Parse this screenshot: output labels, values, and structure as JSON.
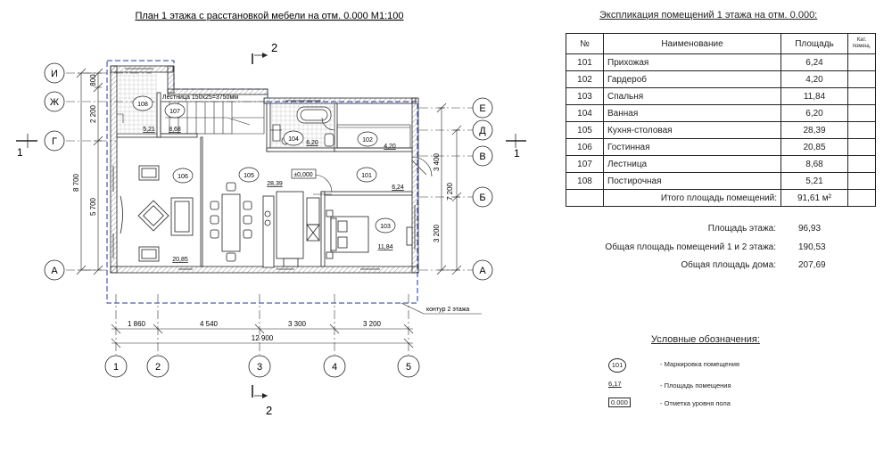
{
  "plan": {
    "title": "План 1 этажа с расстановкой мебели на отм. 0.000 М1:100",
    "section_mark": "2",
    "axes_left": [
      "И",
      "Ж",
      "Г",
      "А"
    ],
    "axes_right": [
      "Е",
      "Д",
      "В",
      "Б",
      "А"
    ],
    "axes_bottom": [
      "1",
      "2",
      "3",
      "4",
      "5"
    ],
    "side_mark": "1",
    "dims_left_outer": "8 700",
    "dims_left_inner": [
      "800",
      "2 200",
      "5 700"
    ],
    "dims_right_outer": "7 200",
    "dims_right_inner": [
      "3 400",
      "3 200"
    ],
    "dims_bottom": [
      "1 860",
      "4 540",
      "3 300",
      "3 200"
    ],
    "dim_total": "12 900",
    "stair_label": "Лестница 150х25=3750мм",
    "contour_label": "контур 2 этажа",
    "floor_level": "±0,000",
    "rooms": [
      {
        "no": "108",
        "area": "5,21"
      },
      {
        "no": "107",
        "area": "8,68"
      },
      {
        "no": "104",
        "area": "6,20"
      },
      {
        "no": "102",
        "area": "4,20"
      },
      {
        "no": "106",
        "area": "20,85"
      },
      {
        "no": "105",
        "area": "28,39"
      },
      {
        "no": "101",
        "area": "6,24"
      },
      {
        "no": "103",
        "area": "11,84"
      }
    ]
  },
  "explication": {
    "title": "Экспликация помещений 1 этажа на отм. 0.000:",
    "headers": {
      "no": "№",
      "name": "Наименование",
      "area": "Площадь",
      "cat": "Кат. помещ."
    },
    "rows": [
      {
        "no": "101",
        "name": "Прихожая",
        "area": "6,24"
      },
      {
        "no": "102",
        "name": "Гардероб",
        "area": "4,20"
      },
      {
        "no": "103",
        "name": "Спальня",
        "area": "11,84"
      },
      {
        "no": "104",
        "name": "Ванная",
        "area": "6,20"
      },
      {
        "no": "105",
        "name": "Кухня-столовая",
        "area": "28,39"
      },
      {
        "no": "106",
        "name": "Гостинная",
        "area": "20,85"
      },
      {
        "no": "107",
        "name": "Лестница",
        "area": "8,68"
      },
      {
        "no": "108",
        "name": "Постирочная",
        "area": "5,21"
      }
    ],
    "total_label": "Итого площадь помещений:",
    "total_value": "91,61 м²"
  },
  "summary": [
    {
      "label": "Площадь этажа:",
      "value": "96,93"
    },
    {
      "label": "Общая площадь помещений 1 и 2 этажа:",
      "value": "190,53"
    },
    {
      "label": "Общая площадь дома:",
      "value": "207,69"
    }
  ],
  "legend": {
    "title": "Условные обозначения:",
    "items": [
      {
        "mark": "101",
        "text": "- Маркировка помещения"
      },
      {
        "mark": "6,17",
        "text": "- Площадь помещения"
      },
      {
        "mark": "0.000",
        "text": "- Отметка уровня пола"
      }
    ]
  }
}
